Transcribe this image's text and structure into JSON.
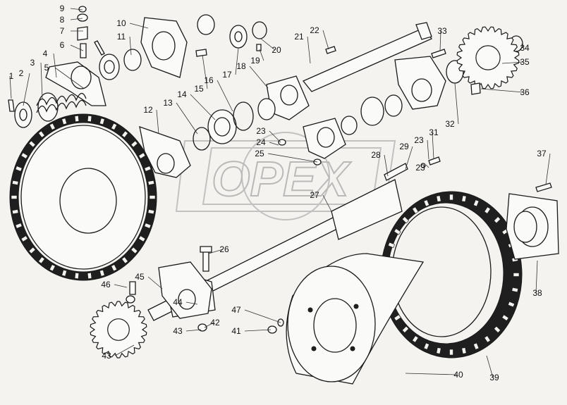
{
  "diagram": {
    "watermark": "OPEX",
    "callouts": [
      "1",
      "2",
      "3",
      "4",
      "5",
      "6",
      "7",
      "8",
      "9",
      "10",
      "11",
      "12",
      "13",
      "14",
      "15",
      "16",
      "17",
      "18",
      "19",
      "20",
      "21",
      "22",
      "23",
      "23",
      "23",
      "24",
      "25",
      "26",
      "27",
      "28",
      "29",
      "31",
      "32",
      "33",
      "34",
      "35",
      "36",
      "37",
      "38",
      "39",
      "40",
      "41",
      "42",
      "43",
      "43",
      "44",
      "45",
      "46",
      "47"
    ]
  }
}
